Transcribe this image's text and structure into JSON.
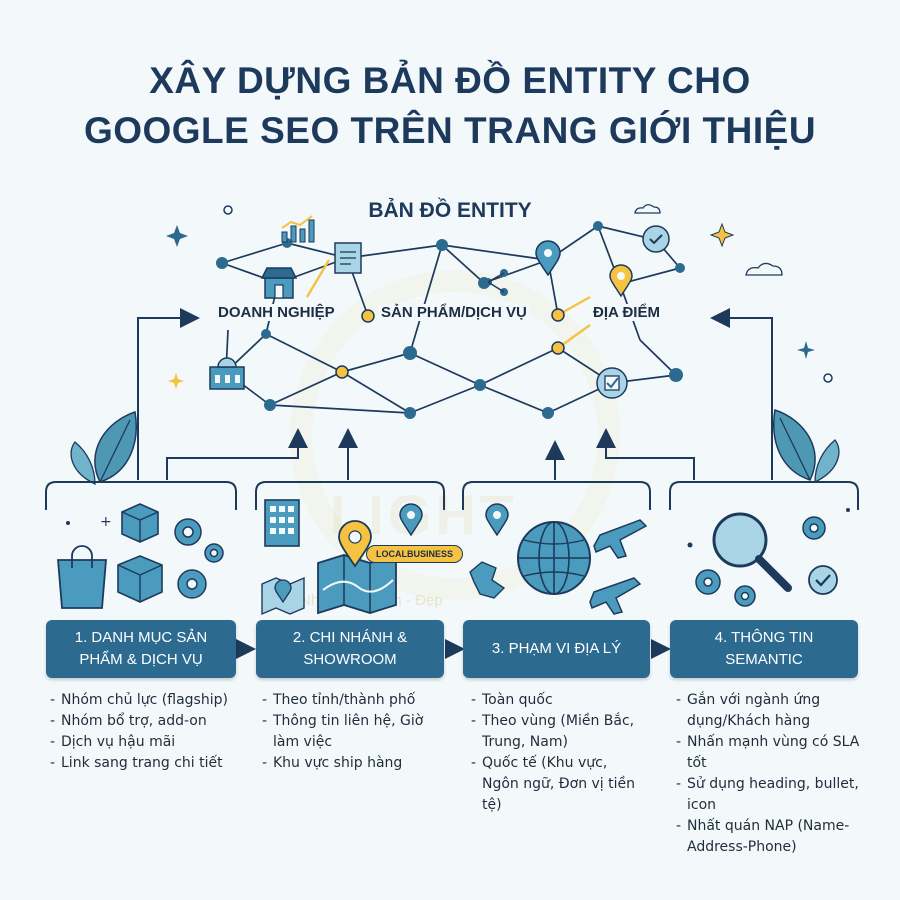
{
  "title": {
    "line1": "XÂY DỰNG BẢN ĐỒ ENTITY CHO",
    "line2": "GOOGLE SEO TRÊN TRANG GIỚI THIỆU"
  },
  "map": {
    "title": "BẢN ĐỒ ENTITY",
    "entities": [
      "DOANH NGHIỆP",
      "SẢN PHẨM/DỊCH VỤ",
      "ĐỊA ĐIỂM"
    ],
    "local_tag": "LOCALBUSINESS"
  },
  "watermark": {
    "big": "LIGHT",
    "small": "Nhanh - Chuẩn - Đẹp"
  },
  "steps": [
    {
      "label": "1. DANH MỤC SẢN PHẨM & DỊCH VỤ",
      "items": [
        "Nhóm chủ lực (flagship)",
        "Nhóm bổ trợ, add-on",
        "Dịch vụ hậu mãi",
        "Link sang trang chi tiết"
      ]
    },
    {
      "label": "2. CHI NHÁNH & SHOWROOM",
      "items": [
        "Theo tỉnh/thành phố",
        "Thông tin liên hệ, Giờ làm việc",
        "Khu vực ship hàng"
      ]
    },
    {
      "label": "3. PHẠM VI ĐỊA LÝ",
      "items": [
        "Toàn quốc",
        "Theo vùng (Miền Bắc, Trung, Nam)",
        "Quốc tế (Khu vực, Ngôn ngữ, Đơn vị tiền tệ)"
      ]
    },
    {
      "label": "4. THÔNG TIN SEMANTIC",
      "items": [
        "Gắn với ngành ứng dụng/Khách hàng",
        "Nhấn mạnh vùng có SLA tốt",
        "Sử dụng heading, bullet, icon",
        "Nhất quán NAP (Name-Address-Phone)"
      ]
    }
  ],
  "colors": {
    "navy": "#1d3a5c",
    "box_blue": "#2c6b8f",
    "accent_yellow": "#f5c242",
    "node_blue": "#2c6b8f",
    "icon_teal": "#4a9bbd",
    "leaf_teal": "#4f98b3"
  }
}
